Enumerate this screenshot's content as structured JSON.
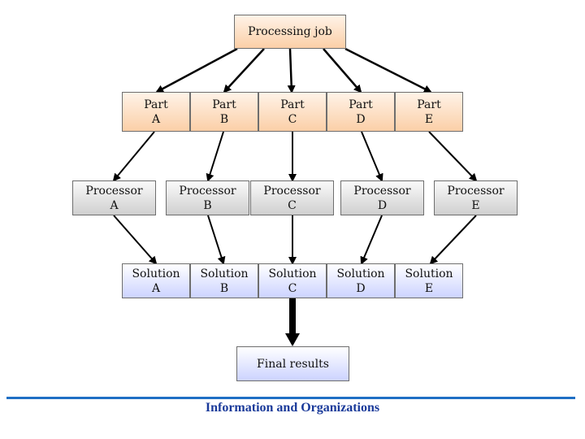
{
  "diagram": {
    "job": "Processing job",
    "parts": [
      {
        "l1": "Part",
        "l2": "A"
      },
      {
        "l1": "Part",
        "l2": "B"
      },
      {
        "l1": "Part",
        "l2": "C"
      },
      {
        "l1": "Part",
        "l2": "D"
      },
      {
        "l1": "Part",
        "l2": "E"
      }
    ],
    "processors": [
      {
        "l1": "Processor",
        "l2": "A"
      },
      {
        "l1": "Processor",
        "l2": "B"
      },
      {
        "l1": "Processor",
        "l2": "C"
      },
      {
        "l1": "Processor",
        "l2": "D"
      },
      {
        "l1": "Processor",
        "l2": "E"
      }
    ],
    "solutions": [
      {
        "l1": "Solution",
        "l2": "A"
      },
      {
        "l1": "Solution",
        "l2": "B"
      },
      {
        "l1": "Solution",
        "l2": "C"
      },
      {
        "l1": "Solution",
        "l2": "D"
      },
      {
        "l1": "Solution",
        "l2": "E"
      }
    ],
    "final": "Final results"
  },
  "footer": {
    "text": "Information and Organizations",
    "accent_color": "#1f6fc4"
  }
}
